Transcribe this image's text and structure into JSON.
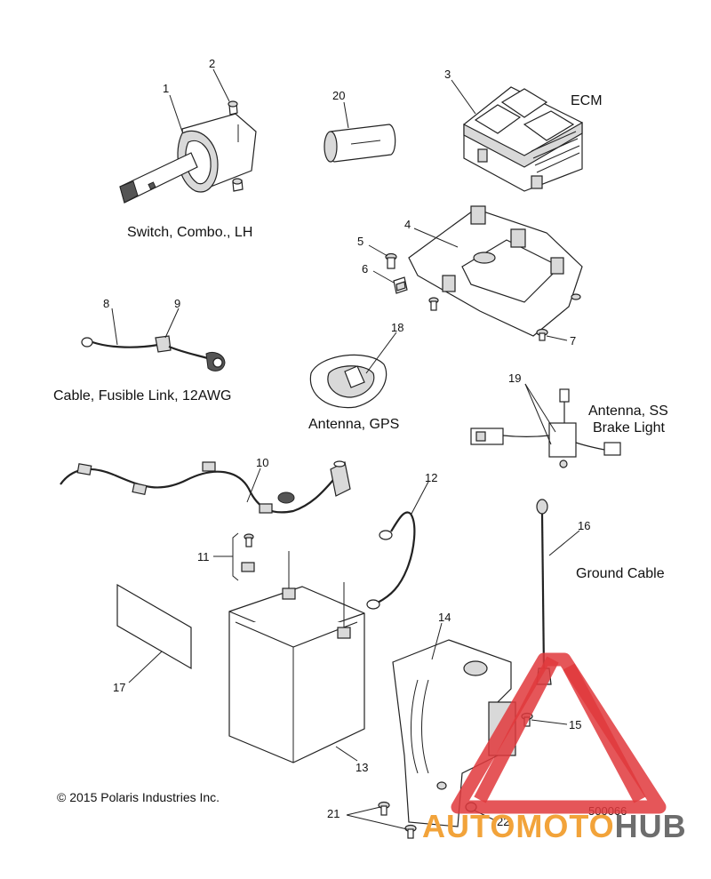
{
  "diagram": {
    "callouts": {
      "c1": "1",
      "c2": "2",
      "c3": "3",
      "c4": "4",
      "c5": "5",
      "c6": "6",
      "c7": "7",
      "c8": "8",
      "c9": "9",
      "c10": "10",
      "c11": "11",
      "c12": "12",
      "c13": "13",
      "c14": "14",
      "c15": "15",
      "c16": "16",
      "c17": "17",
      "c18": "18",
      "c19": "19",
      "c20": "20",
      "c21": "21",
      "c22": "22"
    },
    "labels": {
      "switch_combo": "Switch, Combo., LH",
      "ecm": "ECM",
      "cable_fusible": "Cable, Fusible Link, 12AWG",
      "antenna_gps": "Antenna, GPS",
      "antenna_ss_line1": "Antenna, SS",
      "antenna_ss_line2": "Brake Light",
      "ground_cable": "Ground Cable"
    },
    "copyright": "© 2015 Polaris Industries Inc.",
    "drawing_number": "500066"
  },
  "watermark": {
    "text_part1": "AUTOMOTO",
    "text_part2": "HUB",
    "color_red": "#e0383c",
    "color_orange": "#f2a33a",
    "color_gray": "#6d6d6d"
  }
}
